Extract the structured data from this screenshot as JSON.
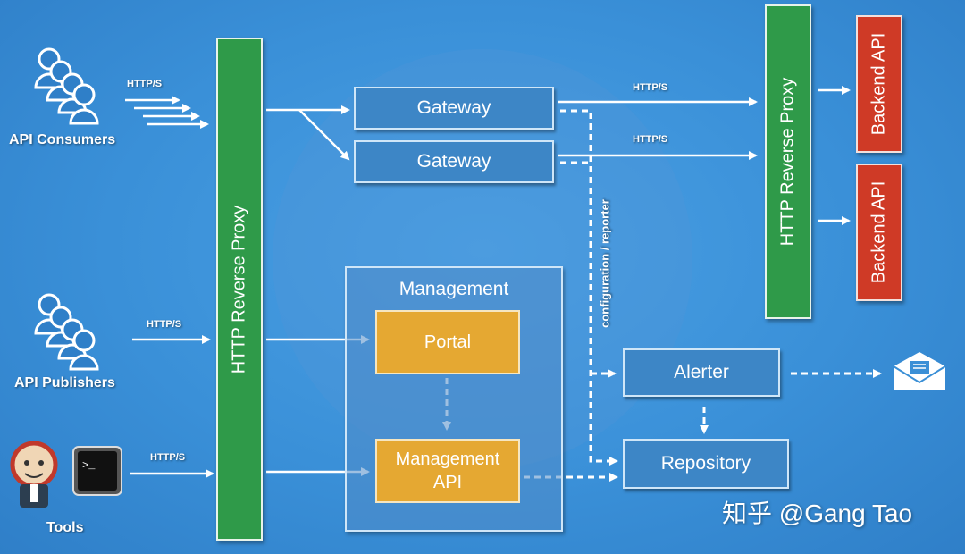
{
  "actors": {
    "consumers": "API Consumers",
    "publishers": "API Publishers",
    "tools": "Tools"
  },
  "protocols": {
    "consumers": "HTTP/S",
    "publishers": "HTTP/S",
    "tools": "HTTP/S",
    "gateway1_out": "HTTP/S",
    "gateway2_out": "HTTP/S"
  },
  "proxy_left": "HTTP Reverse Proxy",
  "proxy_right": "HTTP Reverse Proxy",
  "gateways": [
    "Gateway",
    "Gateway"
  ],
  "backends": [
    "Backend  API",
    "Backend  API"
  ],
  "management": {
    "title": "Management",
    "portal": "Portal",
    "api_line1": "Management",
    "api_line2": "API"
  },
  "config_label": "configuration / reporter",
  "alerter": "Alerter",
  "repository": "Repository",
  "watermark": "知乎 @Gang Tao",
  "colors": {
    "background": "#3a8fd6",
    "proxy_green": "#2f9a49",
    "backend_red": "#cf3a26",
    "management_orange": "#e5a832",
    "component_blue": "#3d86c6"
  }
}
